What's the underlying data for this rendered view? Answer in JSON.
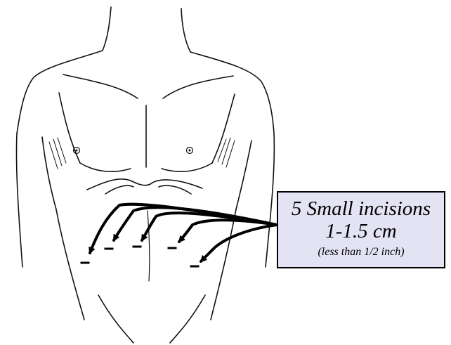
{
  "callout": {
    "line1": "5 Small incisions",
    "line2": "1-1.5 cm",
    "line3": "(less than 1/2 inch)"
  },
  "colors": {
    "ink": "#000000",
    "callout_fill": "#e3e3f4",
    "background": "#ffffff"
  }
}
